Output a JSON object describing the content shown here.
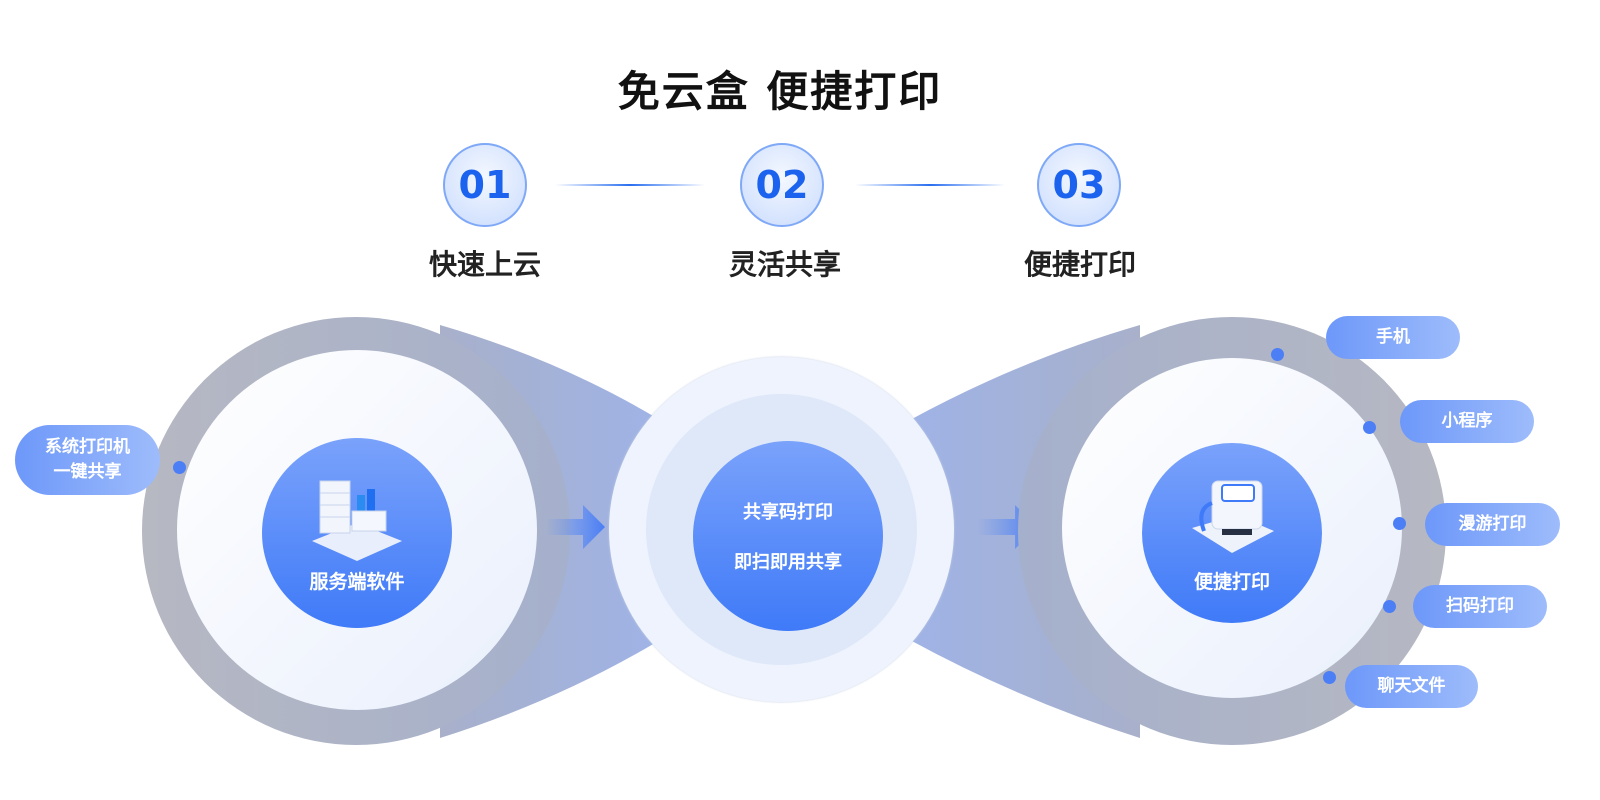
{
  "title": "免云盒 便捷打印",
  "steps": [
    {
      "number": "01",
      "label": "快速上云"
    },
    {
      "number": "02",
      "label": "灵活共享"
    },
    {
      "number": "03",
      "label": "便捷打印"
    }
  ],
  "left_node": {
    "label": "服务端软件",
    "icon": "server-icon",
    "tag_line1": "系统打印机",
    "tag_line2": "一键共享"
  },
  "middle_node": {
    "line1": "共享码打印",
    "line2": "即扫即用共享"
  },
  "right_node": {
    "label": "便捷打印",
    "icon": "printer-icon"
  },
  "right_tags": [
    "手机",
    "小程序",
    "漫游打印",
    "扫码打印",
    "聊天文件"
  ],
  "colors": {
    "accent": "#3f7af8",
    "ring": "#b0b5c6",
    "step_text": "#1b63ee"
  }
}
